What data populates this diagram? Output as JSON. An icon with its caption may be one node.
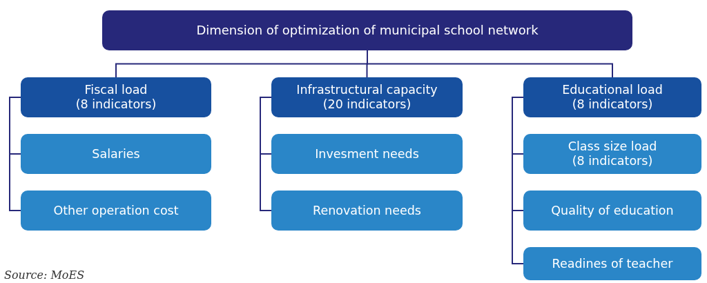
{
  "diagram": {
    "nodes": [
      {
        "text": [
          "Dimension of optimization of municipal school network"
        ]
      },
      {
        "text": [
          "Fiscal load",
          "(8 indicators)"
        ]
      },
      {
        "text": [
          "Infrastructural capacity",
          "(20 indicators)"
        ]
      },
      {
        "text": [
          "Educational load",
          "(8 indicators)"
        ]
      },
      {
        "text": [
          "Salaries"
        ]
      },
      {
        "text": [
          "Invesment needs"
        ]
      },
      {
        "text": [
          "Class size load",
          "(8 indicators)"
        ]
      },
      {
        "text": [
          "Other operation cost"
        ]
      },
      {
        "text": [
          "Renovation needs"
        ]
      },
      {
        "text": [
          "Quality of education"
        ]
      },
      {
        "text": [
          "Readines of teacher"
        ]
      }
    ],
    "edges": [
      {
        "from": 0,
        "to": 1,
        "arrow": "none"
      },
      {
        "from": 0,
        "to": 2,
        "arrow": "none"
      },
      {
        "from": 0,
        "to": 3,
        "arrow": "none"
      },
      {
        "from": 1,
        "to": 4,
        "arrow": "none"
      },
      {
        "from": 1,
        "to": 7,
        "arrow": "none"
      },
      {
        "from": 2,
        "to": 5,
        "arrow": "none"
      },
      {
        "from": 2,
        "to": 8,
        "arrow": "none"
      },
      {
        "from": 3,
        "to": 6,
        "arrow": "none"
      },
      {
        "from": 3,
        "to": 9,
        "arrow": "none"
      },
      {
        "from": 3,
        "to": 10,
        "arrow": "none"
      }
    ],
    "labels": [
      "Source: MoES"
    ]
  }
}
